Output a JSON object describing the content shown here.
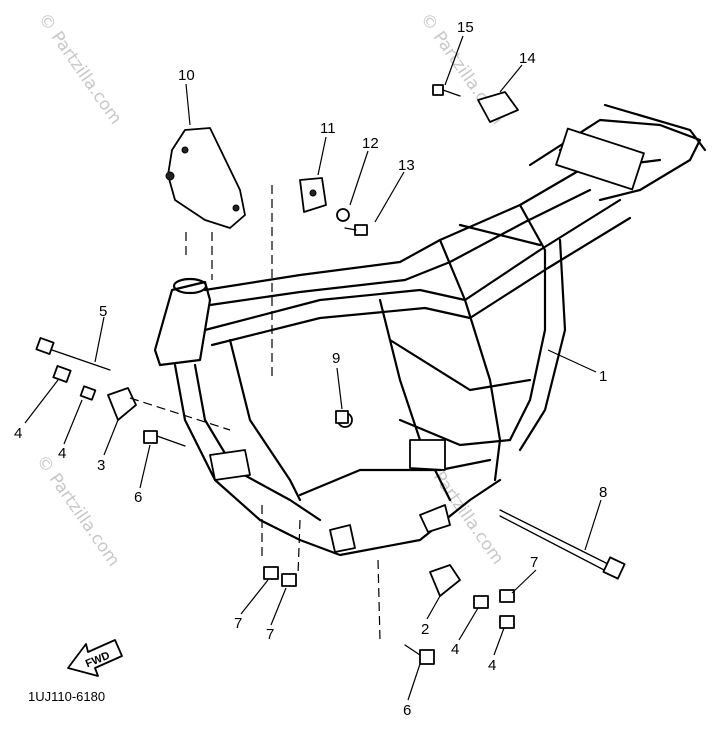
{
  "diagram": {
    "diagram_code": "1UJ110-6180",
    "watermark": "© Partzilla.com",
    "fwd_label": "FWD",
    "callouts": {
      "c1": "1",
      "c2": "2",
      "c3": "3",
      "c4a": "4",
      "c4b": "4",
      "c4c": "4",
      "c4d": "4",
      "c5": "5",
      "c6a": "6",
      "c6b": "6",
      "c7a": "7",
      "c7b": "7",
      "c7c": "7",
      "c8": "8",
      "c9": "9",
      "c10": "10",
      "c11": "11",
      "c12": "12",
      "c13": "13",
      "c14": "14",
      "c15": "15"
    }
  }
}
